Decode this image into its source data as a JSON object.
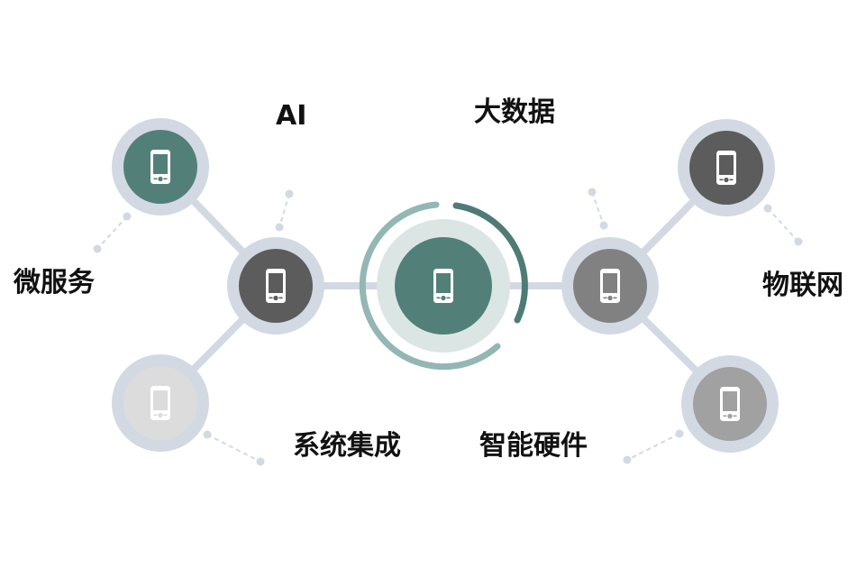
{
  "labels": {
    "ai": "AI",
    "big_data": "大数据",
    "microservices": "微服务",
    "iot": "物联网",
    "system_integration": "系统集成",
    "smart_hardware": "智能硬件"
  },
  "colors": {
    "connector": "#d3d9e3",
    "halo": "#d3d9e3",
    "teal": "#528079",
    "dark_gray": "#5c5c5c",
    "mid_gray": "#818181",
    "light_gray": "#a1a1a1",
    "faded_gray": "#dcdcdc",
    "center_halo": "#dbe6e4",
    "ring_light": "#93b7b3",
    "ring_dark": "#4f7b76",
    "dot": "#d3d9e3",
    "icon": "#ffffff"
  },
  "icons": {
    "node": "phone-icon"
  }
}
